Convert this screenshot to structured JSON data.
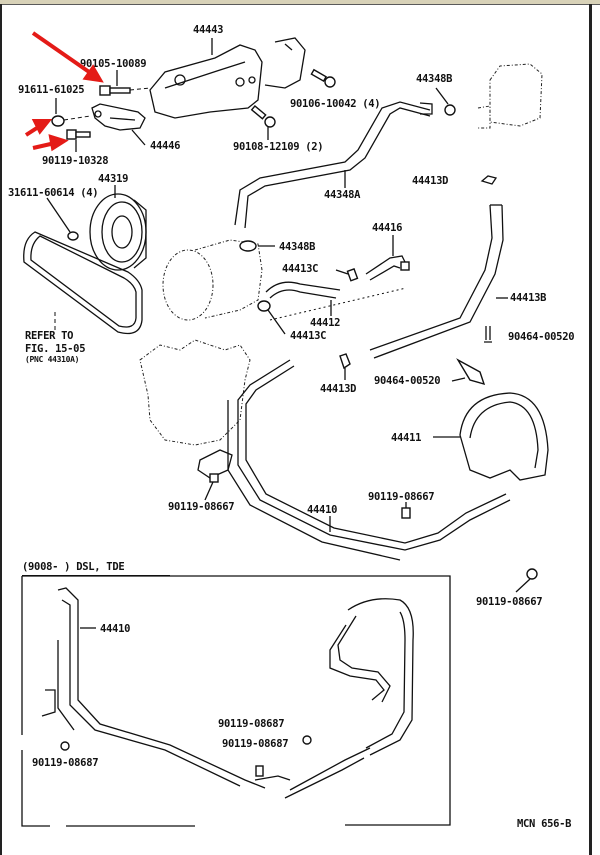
{
  "diagram": {
    "title_code": "MCN 656-B",
    "inset": {
      "header": "(9008-        ) DSL, TDE"
    },
    "reference_note": {
      "line1": "REFER TO",
      "line2": "FIG. 15-05",
      "line3": "(PNC 44310A)"
    },
    "labels": {
      "bracket_44443": "44443",
      "bolt_90105_10089": "90105-10089",
      "nut_91611_61025": "91611-61025",
      "bolt_90119_10328": "90119-10328",
      "bracket_44446": "44446",
      "bolt_90106_10042": "90106-10042 (4)",
      "bolt_90108_12109": "90108-12109 (2)",
      "clamp_44348b_top": "44348B",
      "hose_44348a": "44348A",
      "clamp_44413d_top": "44413D",
      "bolt_31611_60614": "31611-60614 (4)",
      "pulley_44319": "44319",
      "clamp_44348b_mid": "44348B",
      "hose_44416": "44416",
      "clamp_44413c_upper": "44413C",
      "hose_44412": "44412",
      "clamp_44413c_lower": "44413C",
      "hose_44413b": "44413B",
      "clip_90464_00520_a": "90464-00520",
      "clip_90464_00520_b": "90464-00520",
      "clamp_44413d_mid": "44413D",
      "tube_44411": "44411",
      "bolt_90119_08667_left": "90119-08667",
      "tube_44410": "44410",
      "bolt_90119_08667_mid": "90119-08667",
      "bolt_90119_08667_right": "90119-08667",
      "inset_tube_44410": "44410",
      "inset_bolt_a": "90119-08687",
      "inset_bolt_b": "90119-08687",
      "inset_bolt_c": "90119-08687"
    },
    "annotations": {
      "arrow_color": "#e41b17",
      "arrow_count": 3
    }
  }
}
